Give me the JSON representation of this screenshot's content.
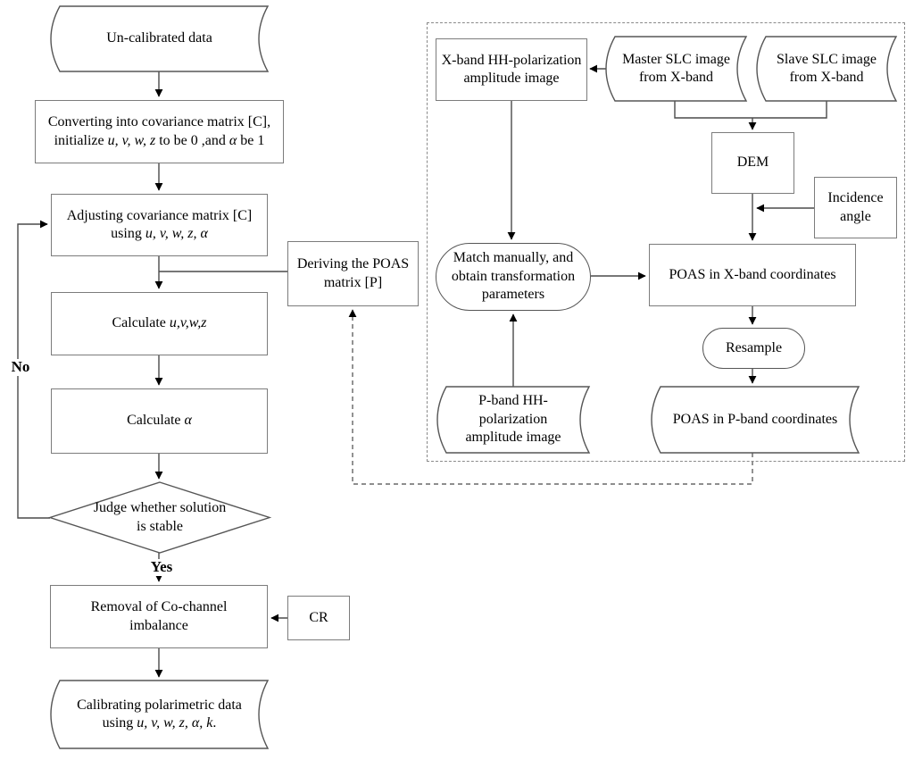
{
  "palette": {
    "line_color": "#4a4a4a",
    "box_border_color": "#7c7c7c",
    "shape_border_color": "#565656",
    "text_color": "#000000",
    "background_color": "#ffffff"
  },
  "labels": {
    "no": "No",
    "yes": "Yes"
  },
  "nodes": {
    "uncalibrated_data": {
      "parts": [
        {
          "text": "Un-calibrated data"
        }
      ]
    },
    "converting": {
      "parts": [
        {
          "text": "Converting into covariance matrix [C], initialize "
        },
        {
          "text": "u, v, w, z",
          "italic": true
        },
        {
          "text": " to be 0 ,and "
        },
        {
          "text": "α",
          "italic": true
        },
        {
          "text": " be 1"
        }
      ]
    },
    "adjusting": {
      "parts": [
        {
          "text": "Adjusting covariance matrix [C] using "
        },
        {
          "text": "u, v, w, z, α",
          "italic": true
        }
      ]
    },
    "calculate_uvwz": {
      "parts": [
        {
          "text": "Calculate "
        },
        {
          "text": "u,v,w,z",
          "italic": true
        }
      ]
    },
    "calculate_alpha": {
      "parts": [
        {
          "text": "Calculate "
        },
        {
          "text": "α",
          "italic": true
        }
      ]
    },
    "judge": {
      "parts": [
        {
          "text": "Judge whether solution is stable"
        }
      ]
    },
    "removal": {
      "parts": [
        {
          "text": "Removal of Co-channel imbalance"
        }
      ]
    },
    "cr": {
      "parts": [
        {
          "text": "CR"
        }
      ]
    },
    "calibrating": {
      "parts": [
        {
          "text": "Calibrating polarimetric data using "
        },
        {
          "text": "u, v, w, z, α, k",
          "italic": true
        },
        {
          "text": "."
        }
      ]
    },
    "deriving": {
      "parts": [
        {
          "text": "Deriving the POAS matrix [P]"
        }
      ]
    },
    "xband_hh": {
      "parts": [
        {
          "text": "X-band HH-polarization amplitude image"
        }
      ]
    },
    "master_slc": {
      "parts": [
        {
          "text": "Master SLC image from X-band"
        }
      ]
    },
    "slave_slc": {
      "parts": [
        {
          "text": "Slave SLC image from X-band"
        }
      ]
    },
    "dem": {
      "parts": [
        {
          "text": "DEM"
        }
      ]
    },
    "incidence_angle": {
      "parts": [
        {
          "text": "Incidence angle"
        }
      ]
    },
    "match": {
      "parts": [
        {
          "text": "Match manually, and obtain transformation parameters"
        }
      ]
    },
    "poas_x": {
      "parts": [
        {
          "text": "POAS in X-band coordinates"
        }
      ]
    },
    "resample": {
      "parts": [
        {
          "text": "Resample"
        }
      ]
    },
    "poas_p": {
      "parts": [
        {
          "text": "POAS in P-band coordinates"
        }
      ]
    },
    "pband_hh": {
      "parts": [
        {
          "text": "P-band HH-polarization amplitude image"
        }
      ]
    }
  }
}
